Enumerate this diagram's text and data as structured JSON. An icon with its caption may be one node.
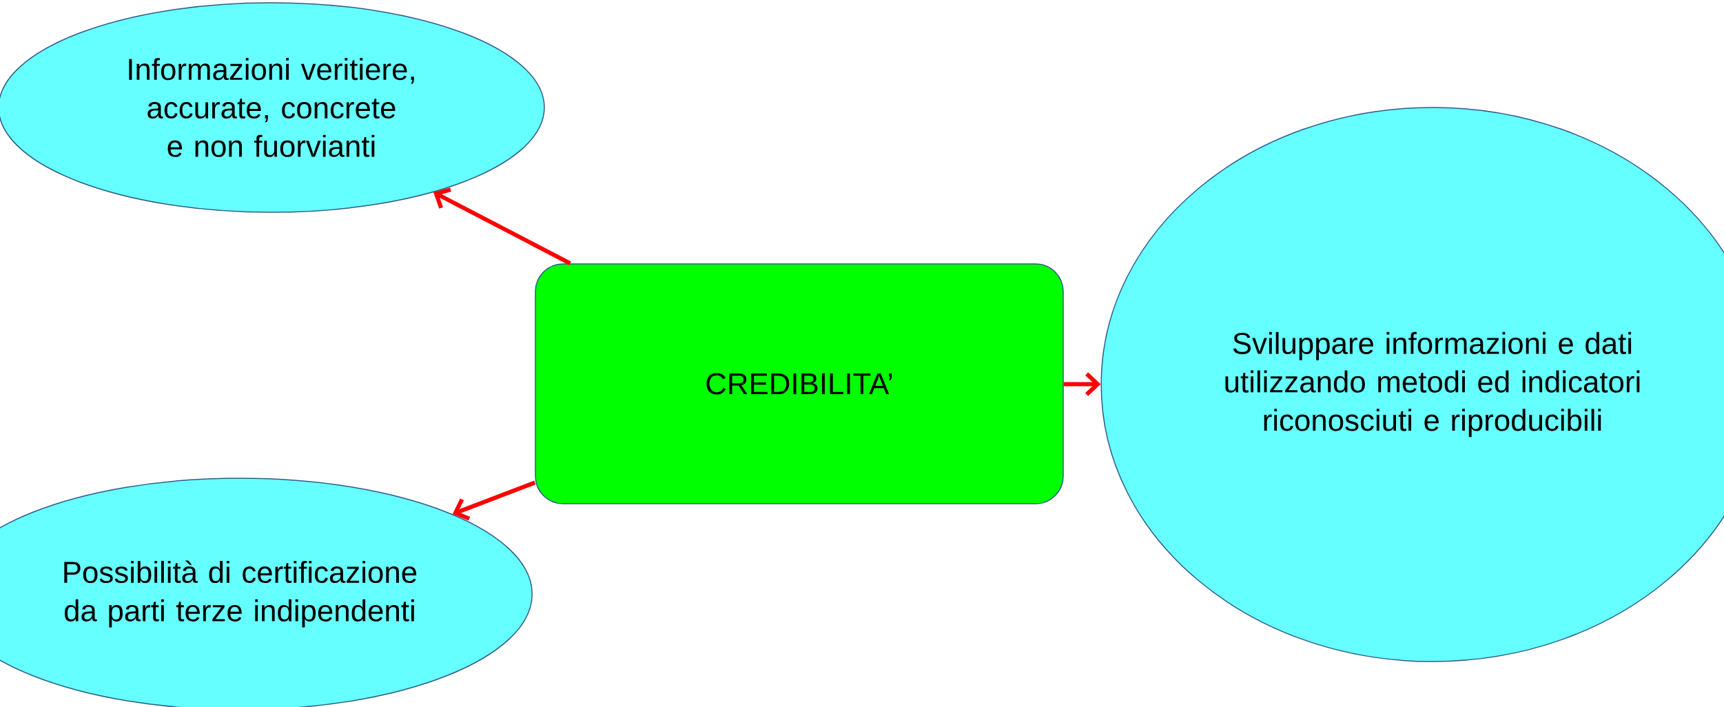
{
  "diagram": {
    "nodes": [
      {
        "text": [
          "Informazioni veritiere, accurate, concrete e non fuorvianti"
        ]
      },
      {
        "text": [
          "CREDIBILITA’"
        ]
      },
      {
        "text": [
          "Possibilità di certificazione da parti terze indipendenti"
        ]
      },
      {
        "text": [
          "Sviluppare informazioni e dati utilizzando metodi ed indicatori riconosciuti e riproducibili"
        ]
      }
    ],
    "edges": [
      {
        "from": 1,
        "to": 0,
        "arrow": "to"
      },
      {
        "from": 1,
        "to": 2,
        "arrow": "to"
      },
      {
        "from": 1,
        "to": 3,
        "arrow": "to"
      }
    ]
  }
}
